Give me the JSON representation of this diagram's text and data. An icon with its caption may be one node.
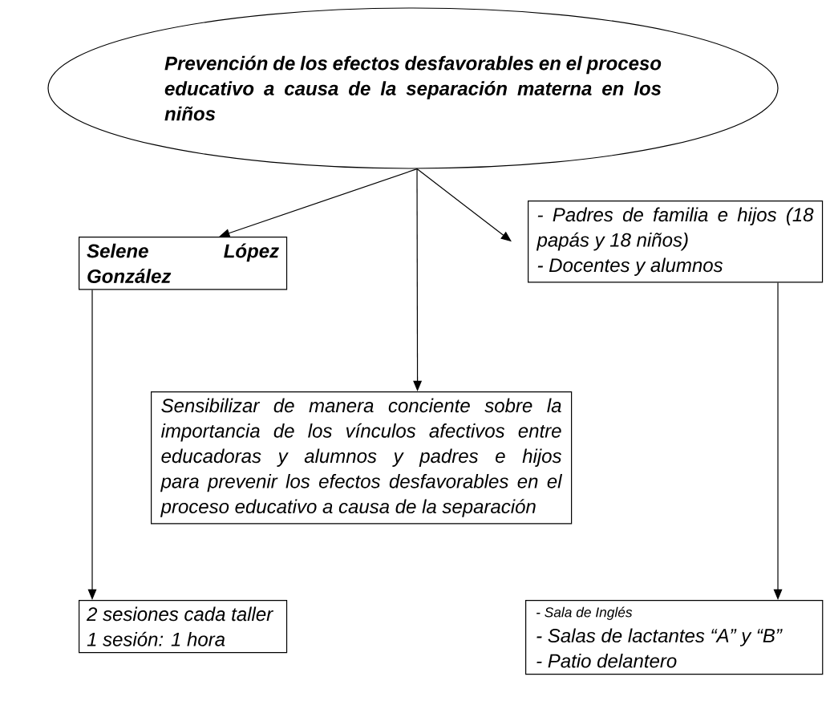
{
  "diagram": {
    "nodes": [
      {
        "text": [
          "Prevención de los efectos desfavorables en el proceso educativo a causa de la separación materna en los niños"
        ]
      },
      {
        "text": [
          "Selene López González"
        ]
      },
      {
        "text": [
          "- Padres de familia e hijos (18 papás y 18 niños)",
          "- Docentes y alumnos"
        ]
      },
      {
        "text": [
          "Sensibilizar de manera conciente sobre la importancia de los vínculos afectivos entre educadoras y alumnos y padres e hijos para prevenir los efectos desfavorables en el proceso educativo a causa de la separación"
        ]
      },
      {
        "text": [
          "2 sesiones cada taller",
          "1 sesión: 1 hora"
        ]
      },
      {
        "text": [
          "- Sala de Inglés",
          "- Salas de lactantes “A” y “B”",
          "- Patio delantero"
        ]
      }
    ],
    "edges": [
      {
        "from": 0,
        "to": 1,
        "arrow": "to"
      },
      {
        "from": 0,
        "to": 3,
        "arrow": "to"
      },
      {
        "from": 0,
        "to": 2,
        "arrow": "to"
      },
      {
        "from": 1,
        "to": 4,
        "arrow": "to"
      },
      {
        "from": 2,
        "to": 5,
        "arrow": "to"
      }
    ]
  }
}
